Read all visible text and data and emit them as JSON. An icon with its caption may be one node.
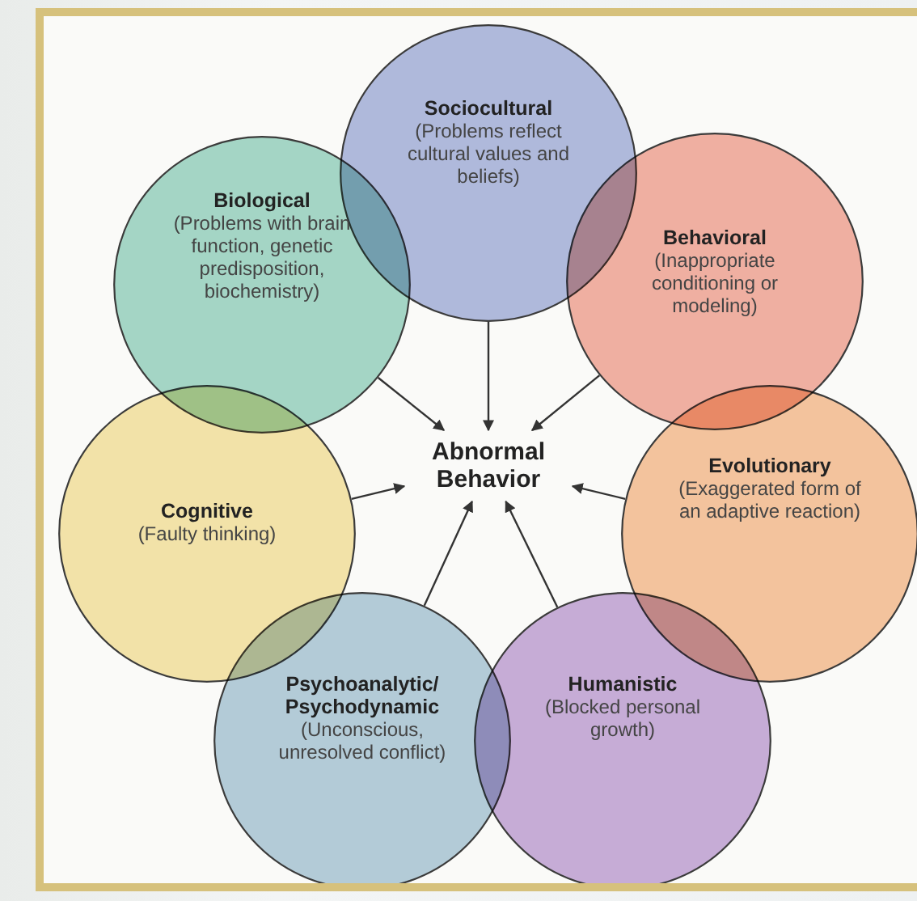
{
  "diagram": {
    "nodes": [
      {
        "text": [
          "Sociocultural",
          "(Problems reflect cultural values and beliefs)"
        ]
      },
      {
        "text": [
          "Biological",
          "(Problems with brain function, genetic predisposition, biochemistry)"
        ]
      },
      {
        "text": [
          "Behavioral",
          "(Inappropriate conditioning or modeling)"
        ]
      },
      {
        "text": [
          "Cognitive",
          "(Faulty thinking)"
        ]
      },
      {
        "text": [
          "Abnormal Behavior"
        ]
      },
      {
        "text": [
          "Evolutionary",
          "(Exaggerated form of an adaptive reaction)"
        ]
      },
      {
        "text": [
          "Psychoanalytic/ Psychodynamic",
          "(Unconscious, unresolved conflict)"
        ]
      },
      {
        "text": [
          "Humanistic",
          "(Blocked personal growth)"
        ]
      }
    ],
    "edges": [
      {
        "from": 0,
        "to": 4,
        "arrow": "to"
      },
      {
        "from": 1,
        "to": 4,
        "arrow": "to"
      },
      {
        "from": 2,
        "to": 4,
        "arrow": "to"
      },
      {
        "from": 3,
        "to": 4,
        "arrow": "to"
      },
      {
        "from": 5,
        "to": 4,
        "arrow": "to"
      },
      {
        "from": 6,
        "to": 4,
        "arrow": "to"
      },
      {
        "from": 7,
        "to": 4,
        "arrow": "to"
      }
    ]
  }
}
